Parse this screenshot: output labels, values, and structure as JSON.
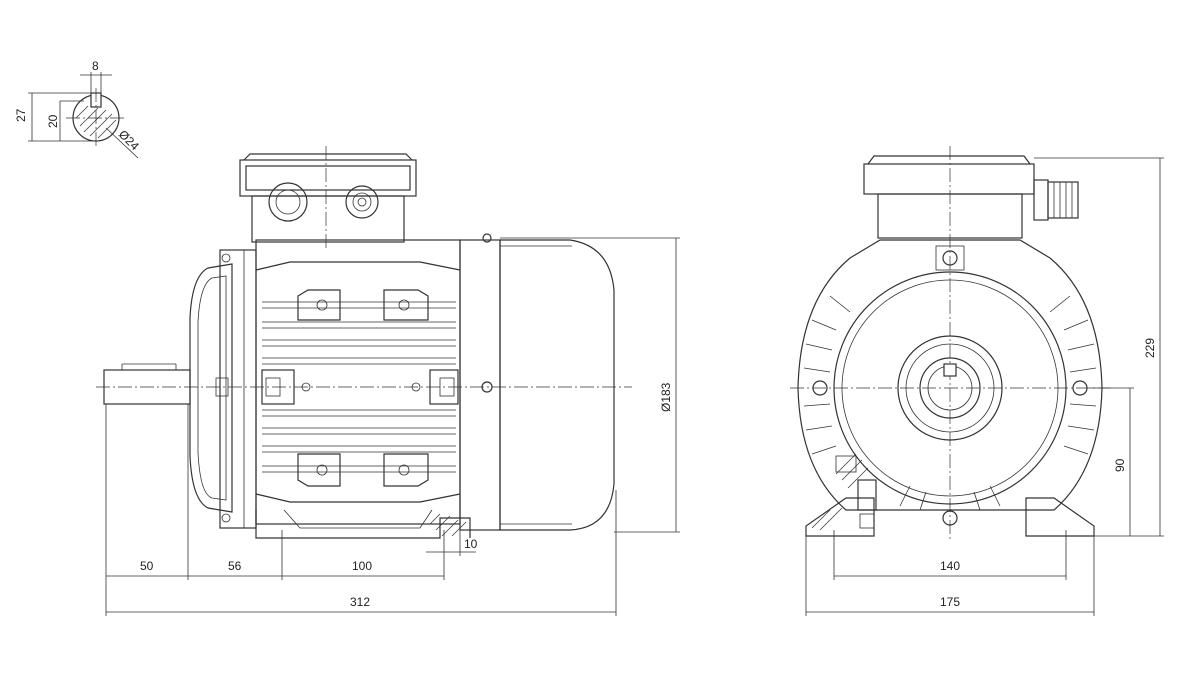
{
  "shaft_key_detail": {
    "key_width": "8",
    "key_height": "27",
    "shaft_reduced": "20",
    "shaft_diameter": "Ø24"
  },
  "side_view": {
    "shaft_length": "50",
    "foot_to_shoulder": "56",
    "foot_hole_spacing": "100",
    "foot_thickness": "10",
    "overall_length": "312",
    "housing_diameter": "Ø183"
  },
  "end_view": {
    "overall_height": "229",
    "shaft_height": "90",
    "foot_hole_spacing": "140",
    "overall_width": "175"
  }
}
